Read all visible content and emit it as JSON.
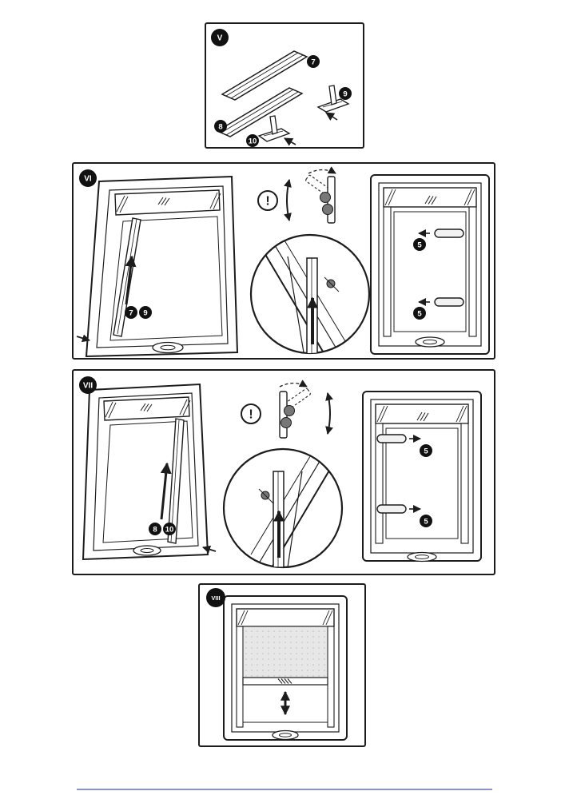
{
  "panels": {
    "v": {
      "label": "V",
      "badges": {
        "b7": "7",
        "b8": "8",
        "b9": "9",
        "b10": "10"
      }
    },
    "vi": {
      "label": "VI",
      "warning": "!",
      "badges": {
        "b7": "7",
        "b9": "9",
        "b5a": "5",
        "b5b": "5"
      }
    },
    "vii": {
      "label": "VII",
      "warning": "!",
      "badges": {
        "b8": "8",
        "b10": "10",
        "b5a": "5",
        "b5b": "5"
      }
    },
    "viii": {
      "label": "VIII"
    }
  },
  "colors": {
    "line": "#1c1c1c",
    "badge_bg": "#111111",
    "badge_text": "#ffffff",
    "blind_fill": "#e7e7e7",
    "clip_fill": "#777777",
    "scan_line": "#5a6fd6"
  }
}
